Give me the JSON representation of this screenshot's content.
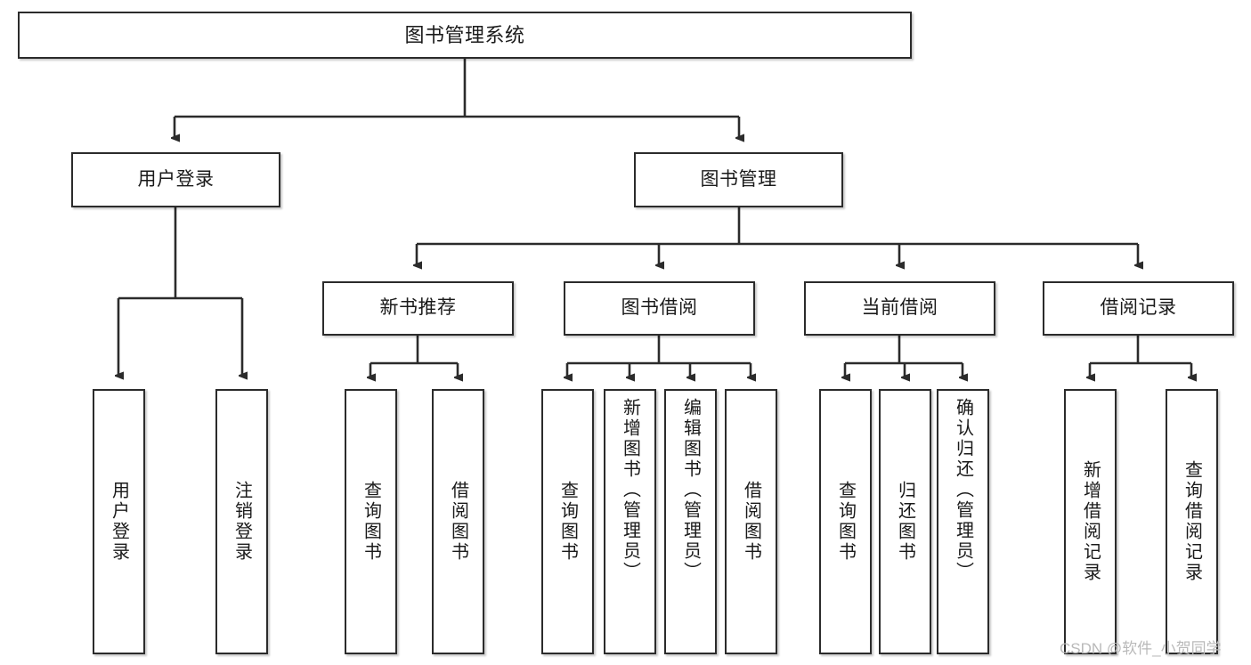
{
  "diagram": {
    "title": "图书管理系统",
    "type": "tree-hierarchy",
    "watermark": "CSDN @软件_小贺同学",
    "line_color": "#2b2b2b",
    "box_fill": "#ffffff",
    "text_color": "#1a1a1a"
  },
  "nodes": {
    "root": {
      "label": "图书管理系统"
    },
    "level2": [
      {
        "label": "用户登录"
      },
      {
        "label": "图书管理"
      }
    ],
    "level3": [
      {
        "label": "新书推荐"
      },
      {
        "label": "图书借阅"
      },
      {
        "label": "当前借阅"
      },
      {
        "label": "借阅记录"
      }
    ],
    "leaves": {
      "user_login": [
        {
          "label": "用户登录"
        },
        {
          "label": "注销登录"
        }
      ],
      "new_book": [
        {
          "label": "查询图书"
        },
        {
          "label": "借阅图书"
        }
      ],
      "book_borrow": [
        {
          "label": "查询图书"
        },
        {
          "label": "新增图书（管理员）"
        },
        {
          "label": "编辑图书（管理员）"
        },
        {
          "label": "借阅图书"
        }
      ],
      "current_borrow": [
        {
          "label": "查询图书"
        },
        {
          "label": "归还图书"
        },
        {
          "label": "确认归还（管理员）"
        }
      ],
      "borrow_record": [
        {
          "label": "新增借阅记录"
        },
        {
          "label": "查询借阅记录"
        }
      ]
    }
  }
}
